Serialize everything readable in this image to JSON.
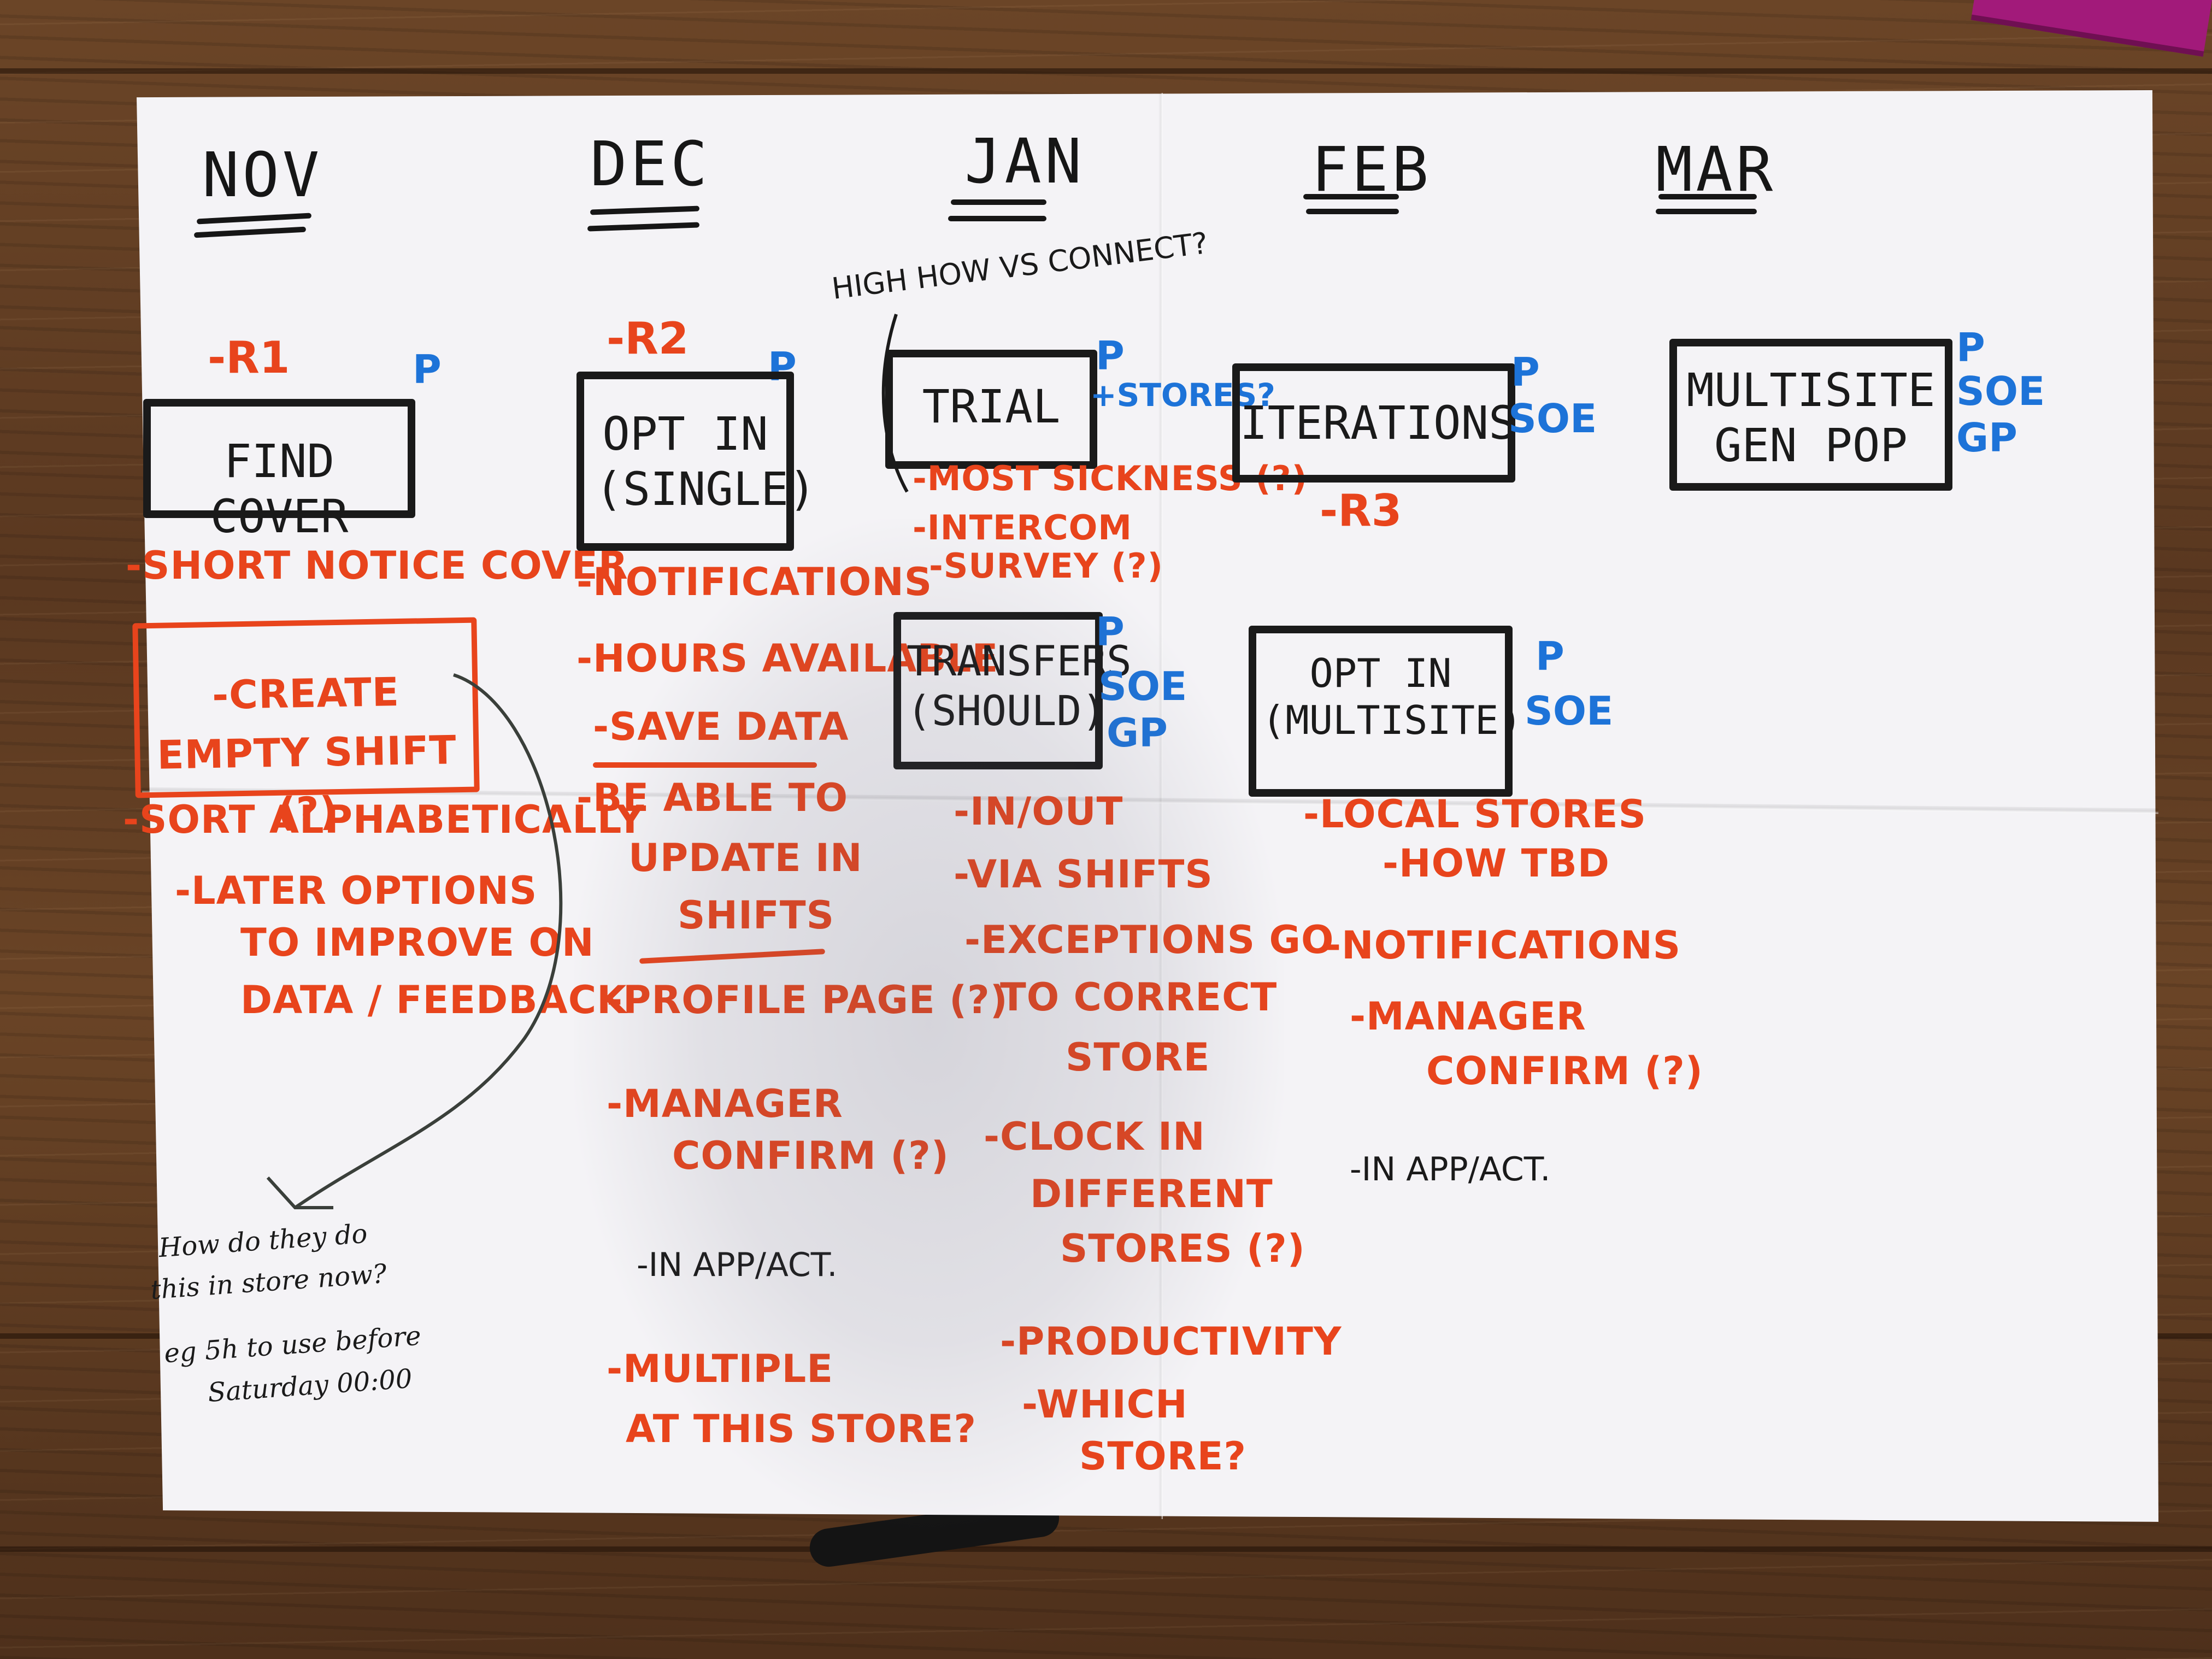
{
  "months": [
    "NOV",
    "DEC",
    "JAN",
    "FEB",
    "MAR"
  ],
  "nov": {
    "tag": "-R1",
    "box": "FIND COVER",
    "owner": "P",
    "items": [
      "-SHORT NOTICE COVER",
      "-SORT ALPHABETICALLY",
      "-LATER OPTIONS",
      "TO IMPROVE ON",
      "DATA / FEEDBACK"
    ],
    "orange_box": "-CREATE EMPTY SHIFT (?)",
    "note_lines": [
      "How do they do",
      "this in store now?",
      "eg 5h to use before",
      "Saturday 00:00"
    ]
  },
  "dec": {
    "tag": "-R2",
    "box": "OPT IN (SINGLE)",
    "owner": "P",
    "items": [
      "-NOTIFICATIONS",
      "-HOURS AVAILABLE",
      "-SAVE DATA",
      "-BE ABLE TO",
      "UPDATE IN",
      "SHIFTS",
      "-PROFILE PAGE (?)",
      "-MANAGER",
      "CONFIRM (?)",
      "-IN APP/ACT.",
      "-MULTIPLE",
      "AT THIS STORE?"
    ]
  },
  "jan": {
    "header_note": "HIGH HOW VS CONNECT?",
    "box1": "TRIAL",
    "box1_owners": [
      "P",
      "+STORES?"
    ],
    "box1_items": [
      "-MOST SICKNESS (?)",
      "-INTERCOM",
      "-SURVEY (?)"
    ],
    "box2": "TRANSFERS (SHOULD)",
    "box2_owners": [
      "P",
      "SOE",
      "GP"
    ],
    "items": [
      "-IN/OUT",
      "-VIA SHIFTS",
      "-EXCEPTIONS GO",
      "TO CORRECT",
      "STORE",
      "-CLOCK IN",
      "DIFFERENT",
      "STORES (?)",
      "-PRODUCTIVITY",
      "-WHICH",
      "STORE?"
    ]
  },
  "feb": {
    "box1": "ITERATIONS",
    "box1_owners": [
      "P",
      "SOE"
    ],
    "tag": "-R3",
    "box2": "OPT IN (MULTISITE)",
    "box2_owners": [
      "P",
      "SOE"
    ],
    "items": [
      "-LOCAL STORES",
      "-HOW TBD",
      "-NOTIFICATIONS",
      "-MANAGER",
      "CONFIRM (?)",
      "-IN APP/ACT."
    ]
  },
  "mar": {
    "box": "MULTISITE GEN POP",
    "owners": [
      "P",
      "SOE",
      "GP"
    ]
  },
  "colors": {
    "ink": "#1a1a1a",
    "red": "#e8441c",
    "blue": "#1d73d8",
    "paper": "#f4f3f6"
  }
}
